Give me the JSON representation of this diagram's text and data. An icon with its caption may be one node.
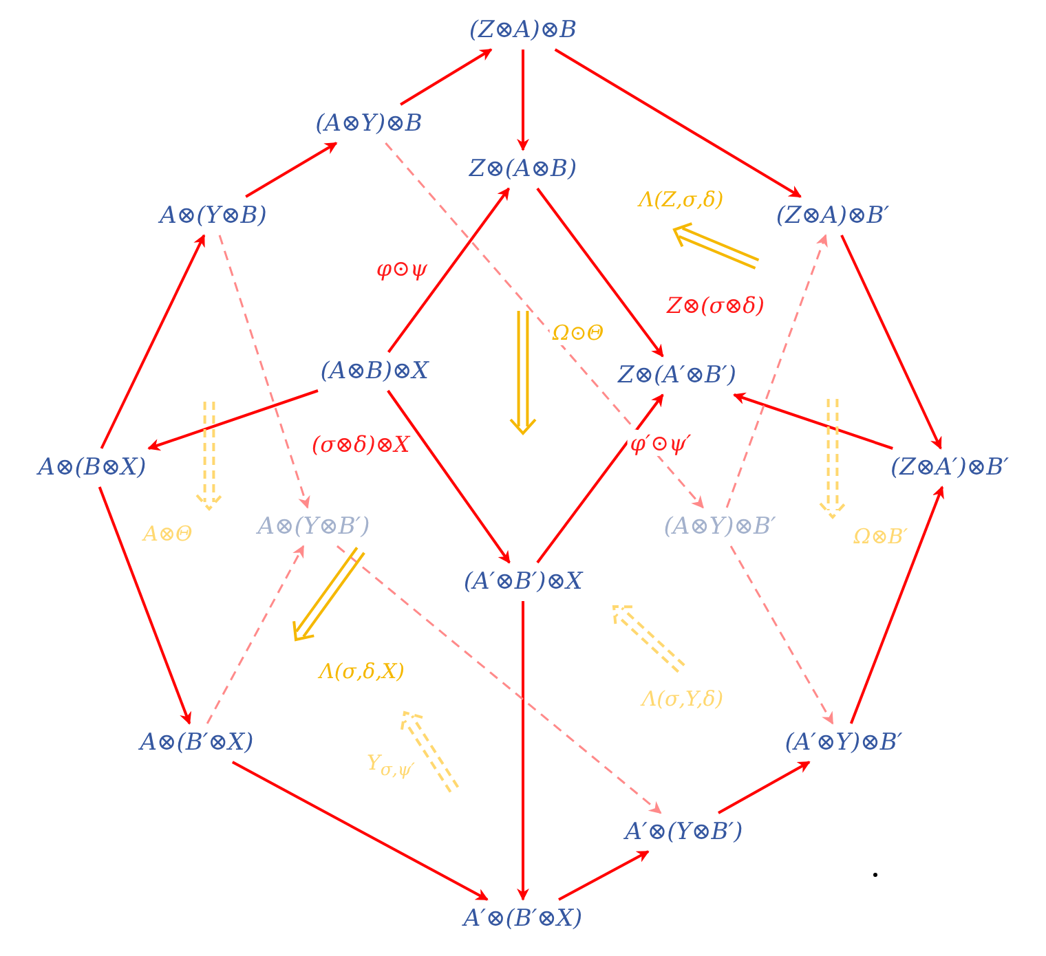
{
  "diagram": {
    "nodes": [
      {
        "text": [
          "(Z⊗A)⊗B"
        ]
      },
      {
        "text": [
          "(A⊗Y)⊗B"
        ]
      },
      {
        "text": [
          "Z⊗(A⊗B)"
        ]
      },
      {
        "text": [
          "A⊗(Y⊗B)"
        ]
      },
      {
        "text": [
          "(Z⊗A)⊗B′"
        ]
      },
      {
        "text": [
          "(A⊗B)⊗X"
        ]
      },
      {
        "text": [
          "Z⊗(A′⊗B′)"
        ]
      },
      {
        "text": [
          "A⊗(B⊗X)"
        ]
      },
      {
        "text": [
          "(Z⊗A′)⊗B′"
        ]
      },
      {
        "text": [
          "A⊗(Y⊗B′)"
        ]
      },
      {
        "text": [
          "(A⊗Y)⊗B′"
        ]
      },
      {
        "text": [
          "(A′⊗B′)⊗X"
        ]
      },
      {
        "text": [
          "A⊗(B′⊗X)"
        ]
      },
      {
        "text": [
          "(A′⊗Y)⊗B′"
        ]
      },
      {
        "text": [
          "A′⊗(Y⊗B′)"
        ]
      },
      {
        "text": [
          "A′⊗(B′⊗X)"
        ]
      }
    ],
    "edges": [
      {
        "from": 0,
        "to": 2,
        "arrow": "to"
      },
      {
        "from": 1,
        "to": 0,
        "arrow": "to"
      },
      {
        "from": 3,
        "to": 1,
        "arrow": "to"
      },
      {
        "from": 0,
        "to": 4,
        "arrow": "to"
      },
      {
        "from": 7,
        "to": 3,
        "arrow": "to"
      },
      {
        "from": 5,
        "to": 7,
        "arrow": "to"
      },
      {
        "from": 5,
        "to": 2,
        "arrow": "to",
        "label": "φ⊙ψ"
      },
      {
        "from": 2,
        "to": 6,
        "arrow": "to",
        "label": "Z⊗(σ⊗δ)"
      },
      {
        "from": 5,
        "to": 11,
        "arrow": "to",
        "label": "(σ⊗δ)⊗X"
      },
      {
        "from": 11,
        "to": 6,
        "arrow": "to",
        "label": "φ′⊙ψ′"
      },
      {
        "from": 8,
        "to": 6,
        "arrow": "to"
      },
      {
        "from": 4,
        "to": 8,
        "arrow": "to"
      },
      {
        "from": 7,
        "to": 12,
        "arrow": "to"
      },
      {
        "from": 12,
        "to": 15,
        "arrow": "to"
      },
      {
        "from": 11,
        "to": 15,
        "arrow": "to"
      },
      {
        "from": 15,
        "to": 14,
        "arrow": "to"
      },
      {
        "from": 14,
        "to": 13,
        "arrow": "to"
      },
      {
        "from": 13,
        "to": 8,
        "arrow": "to"
      },
      {
        "from": 1,
        "to": 10,
        "arrow": "to",
        "style": "dashed",
        "color": "#ff8a8a"
      },
      {
        "from": 3,
        "to": 9,
        "arrow": "to",
        "style": "dashed",
        "color": "#ff8a8a"
      },
      {
        "from": 12,
        "to": 9,
        "arrow": "to",
        "style": "dashed",
        "color": "#ff8a8a"
      },
      {
        "from": 10,
        "to": 4,
        "arrow": "to",
        "style": "dashed",
        "color": "#ff8a8a"
      },
      {
        "from": 9,
        "to": 14,
        "arrow": "to",
        "style": "dashed",
        "color": "#ff8a8a"
      },
      {
        "from": 10,
        "to": 13,
        "arrow": "to",
        "style": "dashed",
        "color": "#ff8a8a"
      }
    ],
    "labels": [
      "Λ(Z,σ,δ)",
      "Ω⊙Θ",
      "A⊗Θ",
      "Ω⊗B′",
      "Λ(σ,δ,X)",
      "Λ(σ,Y,δ)",
      "Υ$_{σ,ψ′}$"
    ]
  }
}
